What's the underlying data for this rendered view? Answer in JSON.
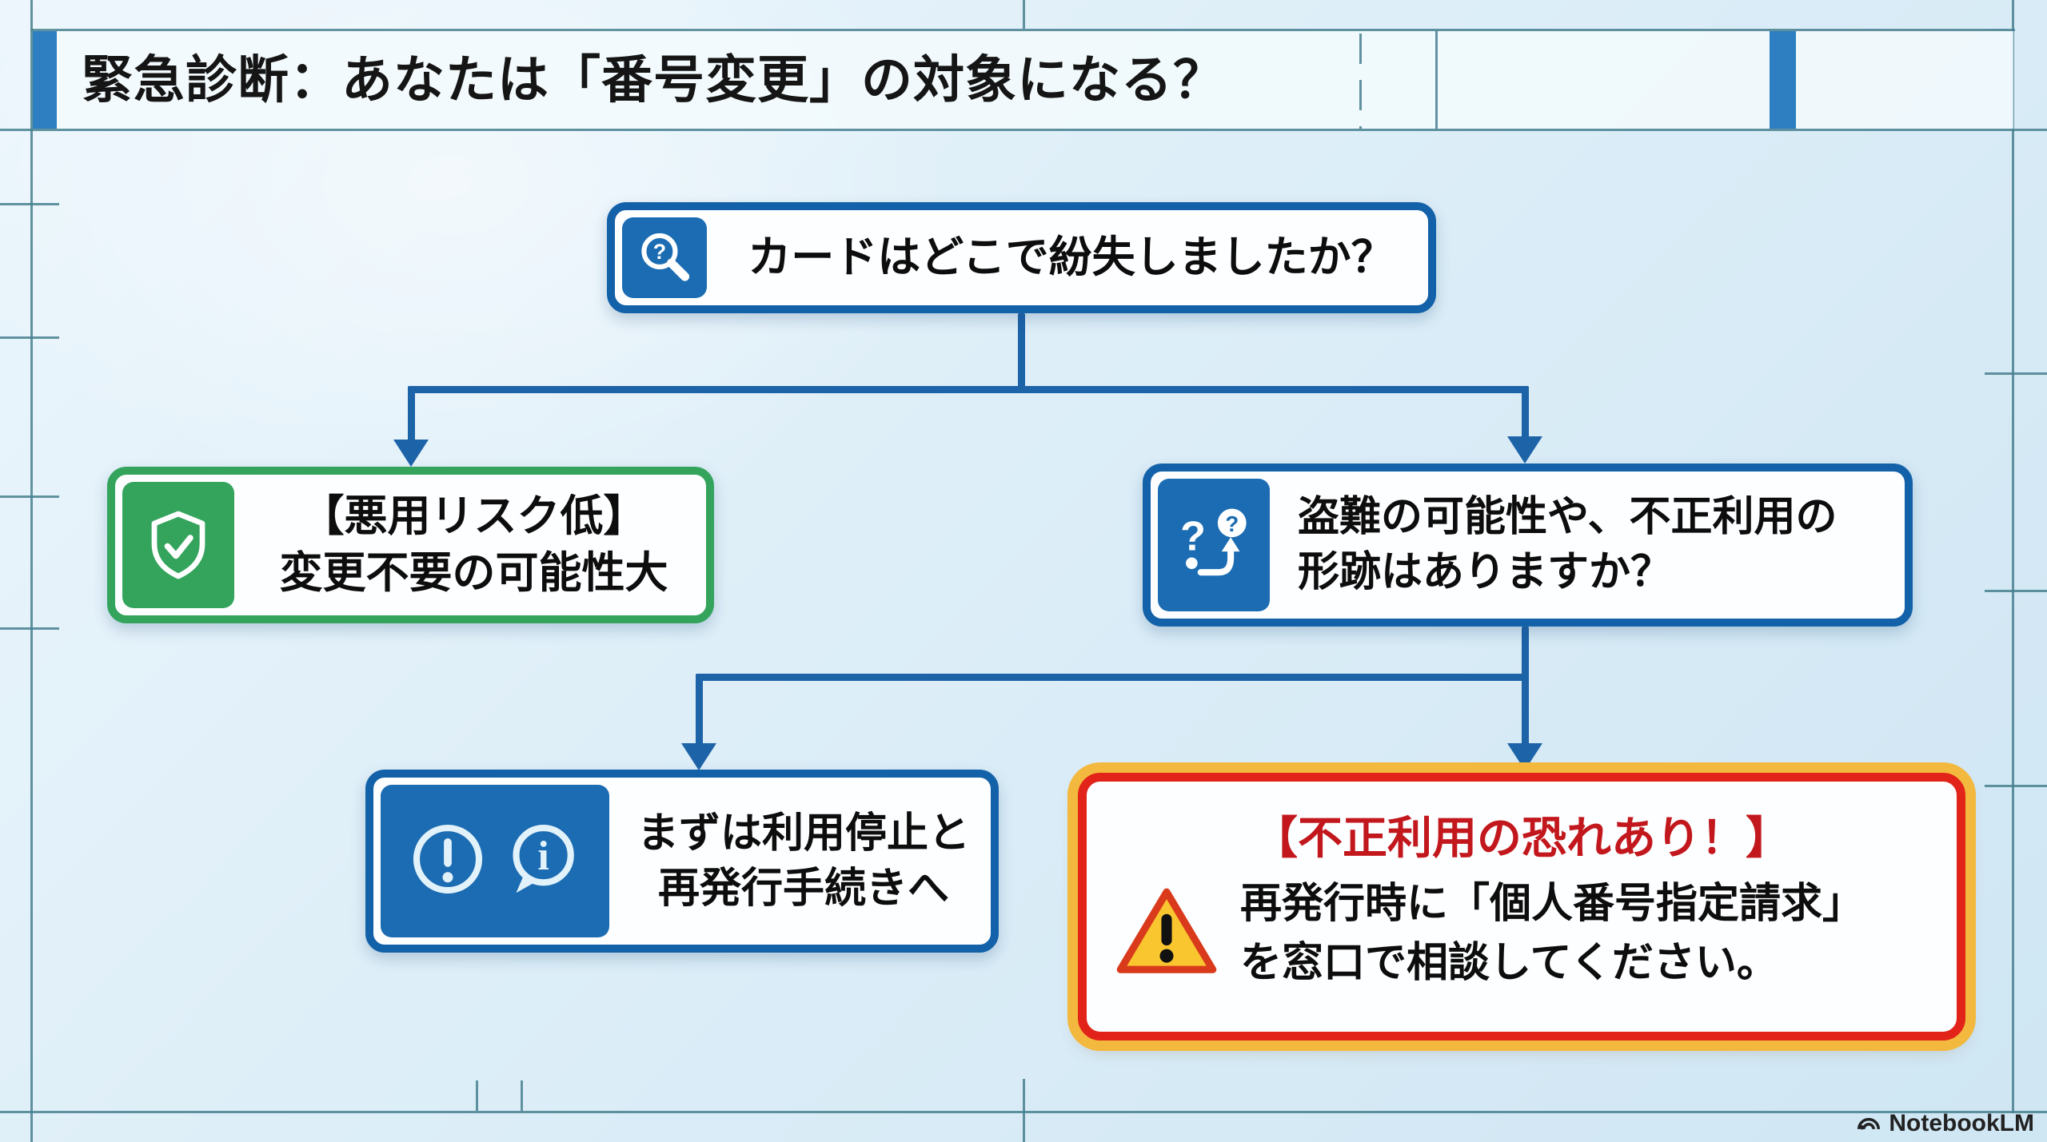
{
  "colors": {
    "background": "#ddeef8",
    "grid_line": "#48808f",
    "accent_bar_blue": "#2d7fc1",
    "node_border_blue": "#1361a8",
    "icon_panel_blue": "#1b6cb2",
    "node_border_green": "#34a45d",
    "connector_blue": "#1d63a8",
    "warning_border_red": "#e2231a",
    "warning_ring_yellow": "#f3b83e",
    "warning_heading_red": "#c2181d",
    "triangle_fill_yellow": "#f9c62f"
  },
  "header": {
    "title": "緊急診断：あなたは「番号変更」の対象になる？"
  },
  "nodes": {
    "root": {
      "icon": "magnifier-question-icon",
      "text": "カードはどこで紛失しましたか？"
    },
    "low_risk": {
      "icon": "shield-check-icon",
      "line1": "【悪用リスク低】",
      "line2": "変更不要の可能性大"
    },
    "theft_question": {
      "icon": "question-path-icon",
      "line1": "盗難の可能性や、不正利用の",
      "line2": "形跡はありますか？"
    },
    "suspend_action": {
      "icons": [
        "alert-circle-icon",
        "info-bubble-icon"
      ],
      "line1": "まずは利用停止と",
      "line2": "再発行手続きへ"
    },
    "fraud_warning": {
      "icon": "warning-triangle-icon",
      "heading": "【不正利用の恐れあり！】",
      "line1": "再発行時に「個人番号指定請求」",
      "line2": "を窓口で相談してください。"
    }
  },
  "watermark": {
    "label": "NotebookLM",
    "icon": "notebooklm-logo-icon"
  }
}
